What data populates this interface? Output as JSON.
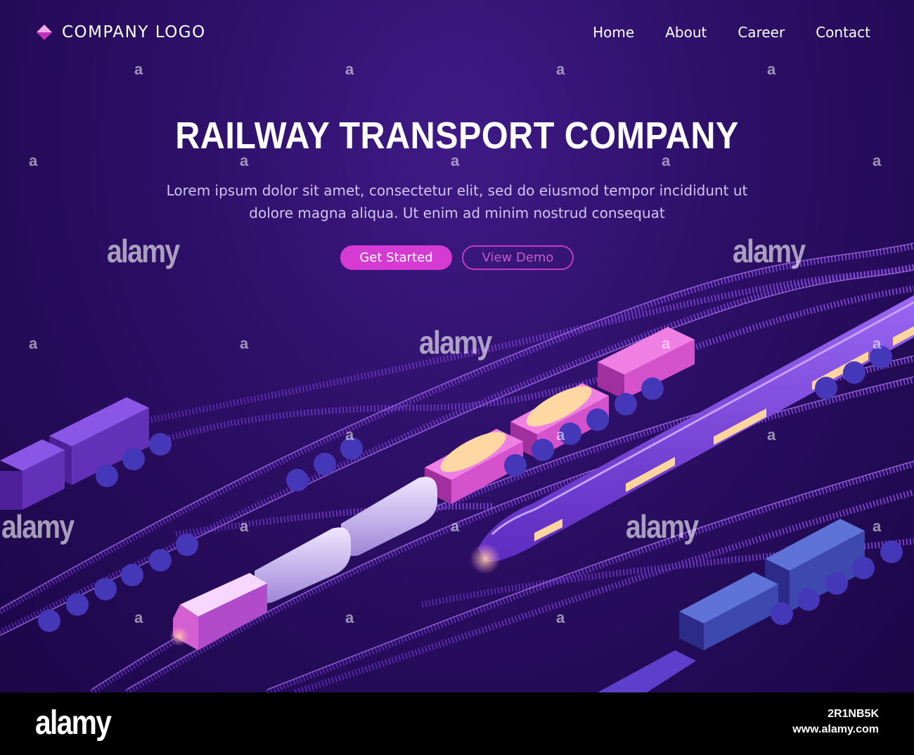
{
  "header": {
    "logo_text": "COMPANY LOGO",
    "nav": [
      {
        "label": "Home"
      },
      {
        "label": "About"
      },
      {
        "label": "Career"
      },
      {
        "label": "Contact"
      }
    ]
  },
  "hero": {
    "title": "RAILWAY TRANSPORT COMPANY",
    "subtitle_line1": "Lorem ipsum dolor sit amet, consectetur elit, sed do eiusmod tempor incididunt ut",
    "subtitle_line2": "dolore magna aliqua. Ut enim ad minim nostrud consequat",
    "primary_button": "Get Started",
    "secondary_button": "View Demo"
  },
  "watermark": {
    "letter": "a",
    "word": "alamy"
  },
  "footer": {
    "brand": "alamy",
    "image_id": "2R1NB5K",
    "url": "www.alamy.com"
  },
  "colors": {
    "accent_pink": "#d53ad2",
    "bg_purple": "#2c0f66",
    "logo_diamond_top": "#f2a8e8",
    "logo_diamond_bottom": "#c22fb9"
  }
}
